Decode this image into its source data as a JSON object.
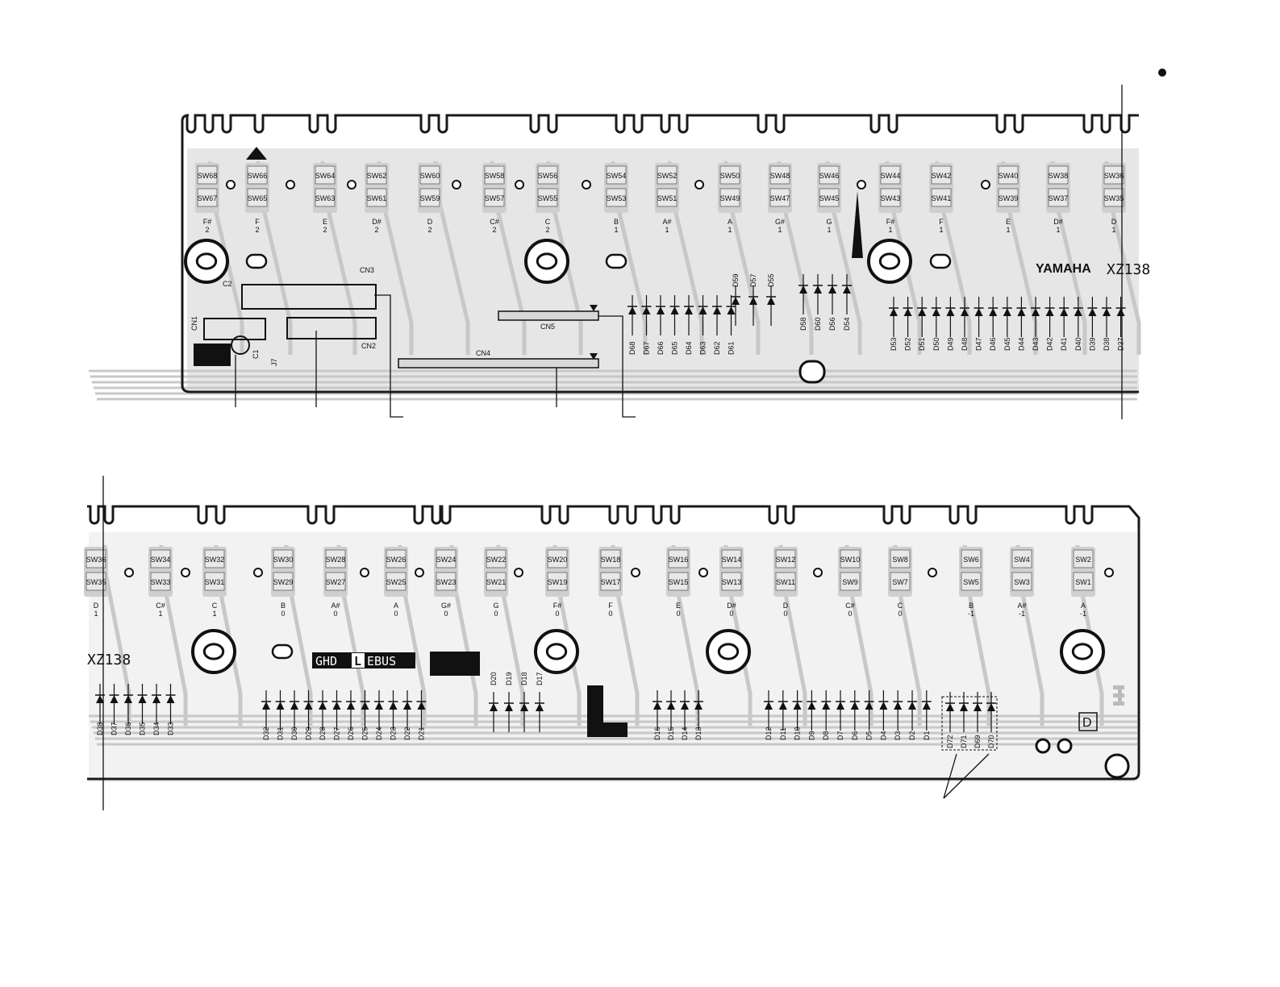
{
  "colors": {
    "board_outline": "#1a1a1a",
    "trace": "#c8c8c8",
    "pad": "#9a9a9a",
    "ink": "#111111",
    "paper": "#ffffff"
  },
  "top_board": {
    "brand": "YAMAHA",
    "part_number": "XZ138",
    "switch_pairs": [
      {
        "upper": "SW68",
        "lower": "SW67",
        "note": "F#",
        "octave": "2"
      },
      {
        "upper": "SW66",
        "lower": "SW65",
        "note": "F",
        "octave": "2"
      },
      {
        "upper": "SW64",
        "lower": "SW63",
        "note": "E",
        "octave": "2"
      },
      {
        "upper": "SW62",
        "lower": "SW61",
        "note": "D#",
        "octave": "2"
      },
      {
        "upper": "SW60",
        "lower": "SW59",
        "note": "D",
        "octave": "2"
      },
      {
        "upper": "SW58",
        "lower": "SW57",
        "note": "C#",
        "octave": "2"
      },
      {
        "upper": "SW56",
        "lower": "SW55",
        "note": "C",
        "octave": "2"
      },
      {
        "upper": "SW54",
        "lower": "SW53",
        "note": "B",
        "octave": "1"
      },
      {
        "upper": "SW52",
        "lower": "SW51",
        "note": "A#",
        "octave": "1"
      },
      {
        "upper": "SW50",
        "lower": "SW49",
        "note": "A",
        "octave": "1"
      },
      {
        "upper": "SW48",
        "lower": "SW47",
        "note": "G#",
        "octave": "1"
      },
      {
        "upper": "SW46",
        "lower": "SW45",
        "note": "G",
        "octave": "1"
      },
      {
        "upper": "SW44",
        "lower": "SW43",
        "note": "F#",
        "octave": "1"
      },
      {
        "upper": "SW42",
        "lower": "SW41",
        "note": "F",
        "octave": "1"
      },
      {
        "upper": "SW40",
        "lower": "SW39",
        "note": "E",
        "octave": "1"
      },
      {
        "upper": "SW38",
        "lower": "SW37",
        "note": "D#",
        "octave": "1"
      },
      {
        "upper": "SW36",
        "lower": "SW35",
        "note": "D",
        "octave": "1"
      }
    ],
    "connectors": {
      "cn1": "CN1",
      "cn2": "CN2",
      "cn3": "CN3",
      "cn4": "CN4",
      "cn5": "CN5"
    },
    "components": {
      "c1": "C1",
      "c2": "C2",
      "j7": "J7"
    },
    "diodes_left": [
      "D68",
      "D67",
      "D66",
      "D65",
      "D64",
      "D63",
      "D62",
      "D61"
    ],
    "diodes_upper_left": [
      "D59",
      "D57",
      "D55"
    ],
    "diodes_mid": [
      "D58",
      "D60",
      "D56",
      "D54"
    ],
    "diodes_right": [
      "D53",
      "D52",
      "D51",
      "D50",
      "D49",
      "D48",
      "D47",
      "D46",
      "D45",
      "D44",
      "D43",
      "D42",
      "D41",
      "D40",
      "D39",
      "D38",
      "D37"
    ]
  },
  "bottom_board": {
    "part_number": "XZ138",
    "marking": "GHD",
    "marking_boxed": "L",
    "marking_suffix": "EBUS",
    "big_letter": "L",
    "boxed_corner_letter": "D",
    "switch_pairs": [
      {
        "upper": "SW36",
        "lower": "SW35",
        "note": "D",
        "octave": "1"
      },
      {
        "upper": "SW34",
        "lower": "SW33",
        "note": "C#",
        "octave": "1"
      },
      {
        "upper": "SW32",
        "lower": "SW31",
        "note": "C",
        "octave": "1"
      },
      {
        "upper": "SW30",
        "lower": "SW29",
        "note": "B",
        "octave": "0"
      },
      {
        "upper": "SW28",
        "lower": "SW27",
        "note": "A#",
        "octave": "0"
      },
      {
        "upper": "SW26",
        "lower": "SW25",
        "note": "A",
        "octave": "0"
      },
      {
        "upper": "SW24",
        "lower": "SW23",
        "note": "G#",
        "octave": "0"
      },
      {
        "upper": "SW22",
        "lower": "SW21",
        "note": "G",
        "octave": "0"
      },
      {
        "upper": "SW20",
        "lower": "SW19",
        "note": "F#",
        "octave": "0"
      },
      {
        "upper": "SW18",
        "lower": "SW17",
        "note": "F",
        "octave": "0"
      },
      {
        "upper": "SW16",
        "lower": "SW15",
        "note": "E",
        "octave": "0"
      },
      {
        "upper": "SW14",
        "lower": "SW13",
        "note": "D#",
        "octave": "0"
      },
      {
        "upper": "SW12",
        "lower": "SW11",
        "note": "D",
        "octave": "0"
      },
      {
        "upper": "SW10",
        "lower": "SW9",
        "note": "C#",
        "octave": "0"
      },
      {
        "upper": "SW8",
        "lower": "SW7",
        "note": "C",
        "octave": "0"
      },
      {
        "upper": "SW6",
        "lower": "SW5",
        "note": "B",
        "octave": "-1"
      },
      {
        "upper": "SW4",
        "lower": "SW3",
        "note": "A#",
        "octave": "-1"
      },
      {
        "upper": "SW2",
        "lower": "SW1",
        "note": "A",
        "octave": "-1"
      }
    ],
    "diodes_a": [
      "D38",
      "D37",
      "D36",
      "D35",
      "D34",
      "D33"
    ],
    "diodes_b": [
      "D32",
      "D31",
      "D30",
      "D29",
      "D28",
      "D27",
      "D26",
      "D25",
      "D24",
      "D23",
      "D22",
      "D21"
    ],
    "diodes_c": [
      "D20",
      "D19",
      "D18",
      "D17"
    ],
    "diodes_d": [
      "D16",
      "D15",
      "D14",
      "D13"
    ],
    "diodes_e": [
      "D12",
      "D11",
      "D10",
      "D9",
      "D8",
      "D7",
      "D6",
      "D5",
      "D4",
      "D3",
      "D2",
      "D1"
    ],
    "diodes_f": [
      "D72",
      "D71",
      "D69",
      "D70"
    ]
  }
}
